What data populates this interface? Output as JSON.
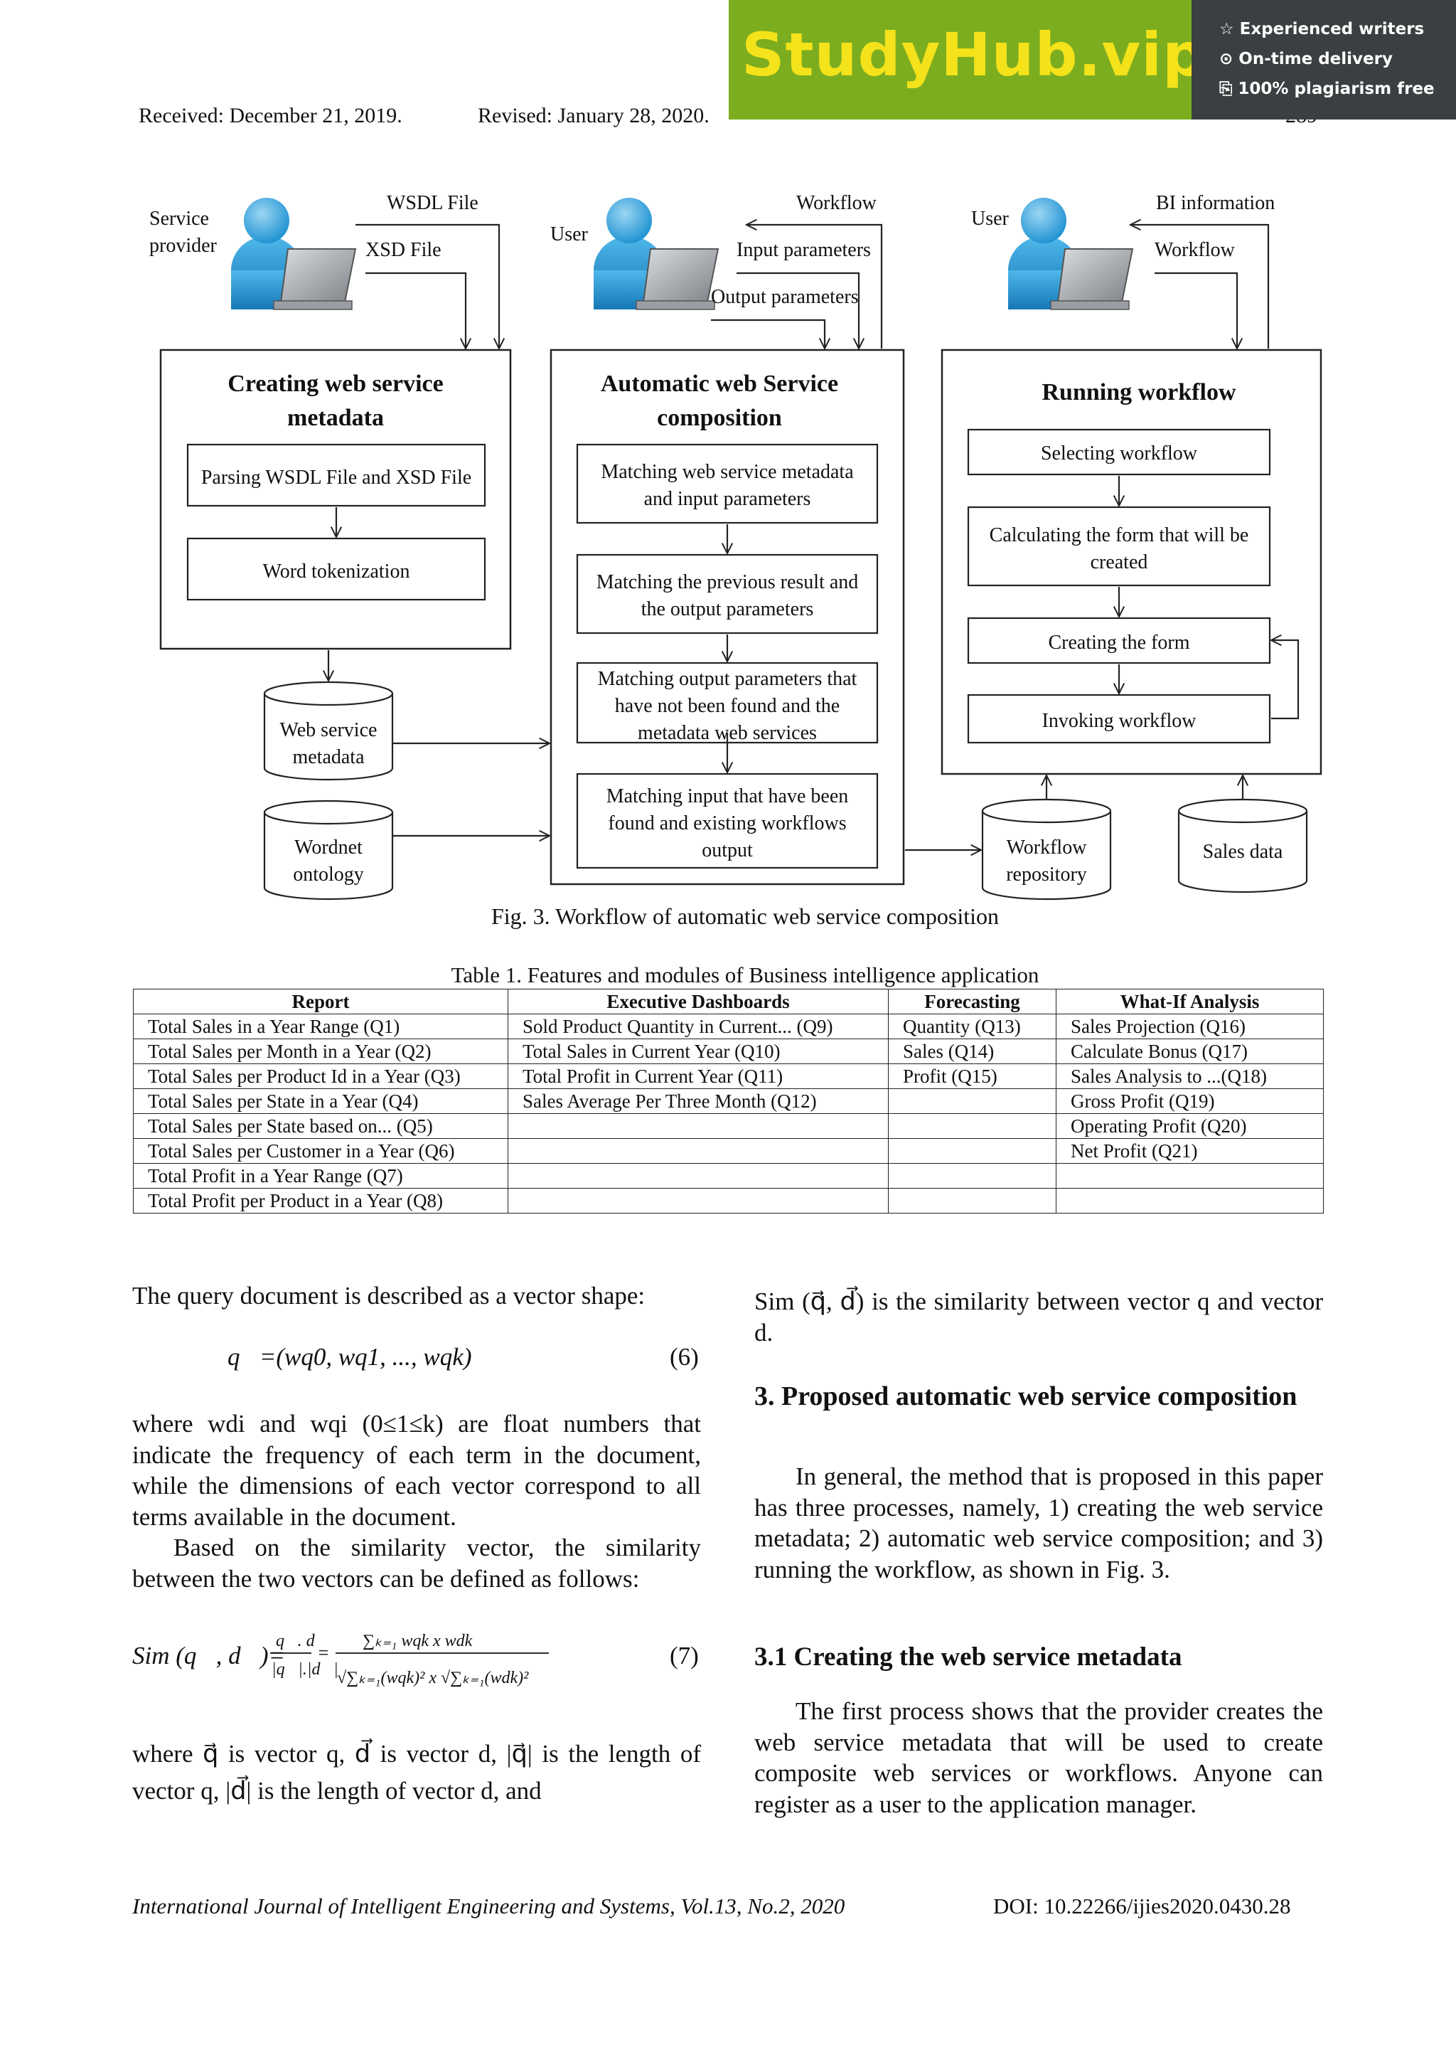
{
  "header": {
    "received": "Received:  December 21, 2019.",
    "revised": "Revised:  January 28, 2020.",
    "page": "289"
  },
  "banner": {
    "logo": "StudyHub.vip",
    "features": [
      "☆ Experienced writers",
      "⊙ On-time delivery",
      "⎘ 100% plagiarism free"
    ]
  },
  "figure": {
    "caption": "Fig. 3. Workflow of automatic web service composition",
    "actors": {
      "a1_label1": "Service",
      "a1_label2": "provider",
      "a1_in1": "WSDL File",
      "a1_in2": "XSD File",
      "a2_label": "User",
      "a2_out": "Workflow",
      "a2_in1": "Input parameters",
      "a2_in2": "Output parameters",
      "a3_label": "User",
      "a3_out": "BI information",
      "a3_in": "Workflow"
    },
    "creating": {
      "title1": "Creating web service",
      "title2": "metadata",
      "step1": "Parsing WSDL File and XSD File",
      "step2": "Word tokenization"
    },
    "composition": {
      "title1": "Automatic web Service",
      "title2": "composition",
      "s1a": "Matching web service metadata",
      "s1b": "and input parameters",
      "s2a": "Matching the previous result and",
      "s2b": "the output parameters",
      "s3a": "Matching output parameters that",
      "s3b": "have not been found and the",
      "s3c": "metadata web services",
      "s4a": "Matching input  that have been",
      "s4b": "found and existing workflows",
      "s4c": "output"
    },
    "running": {
      "title": "Running workflow",
      "s1": "Selecting workflow",
      "s2a": "Calculating the form that will be",
      "s2b": "created",
      "s3": "Creating the form",
      "s4": "Invoking workflow"
    },
    "stores": {
      "ws1": "Web service",
      "ws2": "metadata",
      "wn1": "Wordnet",
      "wn2": "ontology",
      "wr1": "Workflow",
      "wr2": "repository",
      "sales": "Sales data"
    }
  },
  "table": {
    "caption": "Table 1. Features and modules of Business intelligence application",
    "headers": [
      "Report",
      "Executive Dashboards",
      "Forecasting",
      "What-If Analysis"
    ],
    "rows": [
      [
        "Total Sales  in a Year Range (Q1)",
        "Sold Product Quantity in Current... (Q9)",
        "Quantity (Q13)",
        "Sales Projection (Q16)"
      ],
      [
        "Total Sales per Month in a Year (Q2)",
        "Total Sales in Current Year (Q10)",
        "Sales  (Q14)",
        "Calculate Bonus (Q17)"
      ],
      [
        "Total Sales per Product Id in a Year (Q3)",
        "Total Profit in Current Year (Q11)",
        "Profit  (Q15)",
        "Sales Analysis to ...(Q18)"
      ],
      [
        "Total Sales per State in a Year (Q4)",
        "Sales Average Per Three Month (Q12)",
        "",
        "Gross Profit (Q19)"
      ],
      [
        "Total Sales per State based on...  (Q5)",
        "",
        "",
        "Operating Profit (Q20)"
      ],
      [
        "Total Sales per Customer in a Year (Q6)",
        "",
        "",
        "Net Profit (Q21)"
      ],
      [
        "Total Profit in a Year Range (Q7)",
        "",
        "",
        ""
      ],
      [
        "Total Profit per Product in a Year (Q8)",
        "",
        "",
        ""
      ]
    ]
  },
  "left_col": {
    "p1": "The query document is described as a vector shape:",
    "eq6": "q⃗=(wq0, wq1, ..., wqk)",
    "eq6_num": "(6)",
    "p2": "where wdi and wqi (0≤1≤k) are float numbers that indicate the frequency of each term in the document, while the dimensions of each vector correspond to all terms available in the document.",
    "p3": "Based on the similarity vector, the similarity between the two vectors can be defined as follows:",
    "eq7_lhs": "Sim (q⃗, d⃗)=",
    "eq7_num": "(7)",
    "p4": "where q⃗  is vector q, d⃗ is vector d, |q⃗| is the length of vector q, |d⃗| is the length of vector d, and"
  },
  "right_col": {
    "p1": "Sim (q⃗, d⃗) is the similarity between vector q and vector d.",
    "h3": "3. Proposed automatic web service composition",
    "p2": "In general, the method that is proposed in this paper has three processes, namely, 1) creating the web service metadata; 2) automatic web service composition; and 3) running the workflow, as shown in Fig. 3.",
    "h31": "3.1 Creating the web service metadata",
    "p3": "The first process shows that the provider creates the web service metadata that will be used to create composite web services or workflows. Anyone can register as a user to the application manager."
  },
  "footer": {
    "journal": "International Journal of Intelligent Engineering and Systems, Vol.13, No.2, 2020",
    "doi": "DOI: 10.22266/ijies2020.0430.28"
  }
}
